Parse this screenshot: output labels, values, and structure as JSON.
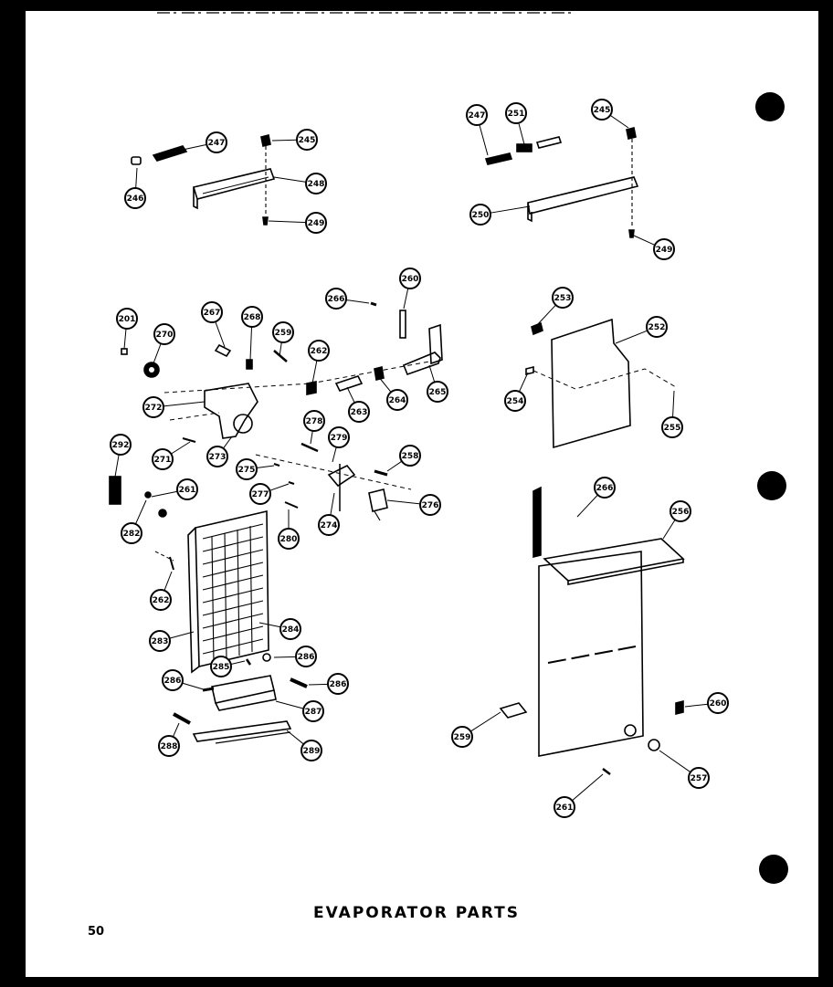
{
  "title": "EVAPORATOR PARTS",
  "page_number": "50",
  "callouts": [
    "247",
    "245",
    "246",
    "248",
    "249",
    "247",
    "251",
    "245",
    "250",
    "249",
    "201",
    "270",
    "267",
    "268",
    "259",
    "262",
    "266",
    "260",
    "272",
    "271",
    "273",
    "263",
    "264",
    "265",
    "253",
    "252",
    "254",
    "255",
    "292",
    "261",
    "276",
    "278",
    "275",
    "277",
    "258",
    "279",
    "282",
    "280",
    "274",
    "262",
    "283",
    "284",
    "285",
    "286",
    "286",
    "286",
    "287",
    "288",
    "289",
    "266",
    "256",
    "259",
    "260",
    "257",
    "261"
  ]
}
